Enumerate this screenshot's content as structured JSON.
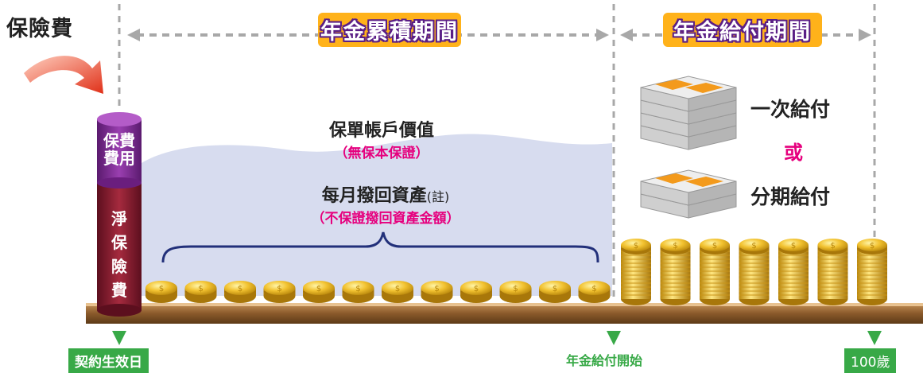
{
  "premium_label": "保險費",
  "periods": {
    "accumulation": "年金累積期間",
    "payout": "年金給付期間"
  },
  "pillar": {
    "fee_line1": "保費",
    "fee_line2": "費用",
    "net_chars": [
      "淨",
      "保",
      "險",
      "費"
    ]
  },
  "account_value": {
    "title": "保單帳戶價值",
    "note": "（無保本保證）"
  },
  "withdrawal": {
    "title": "每月撥回資產",
    "title_note": "(註)",
    "note": "（不保證撥回資產金額）"
  },
  "payout_options": {
    "lump_sum": "一次給付",
    "or": "或",
    "installment": "分期給付"
  },
  "timeline": {
    "start": "契約生效日",
    "payout_start": "年金給付開始",
    "end": "100歲"
  },
  "colors": {
    "period_bg": "#ffb21a",
    "period_outline": "#5a1e86",
    "pillar_top": "#7a2a8c",
    "pillar_bottom": "#8b1a2c",
    "account_area": "#d7dcef",
    "accent_pink": "#e6007e",
    "marker_green": "#38a947",
    "ground": "#8b5a2b"
  },
  "icons": {
    "arrow": "curved-arrow-icon",
    "coin": "coin-icon",
    "cash": "cash-stack-icon"
  }
}
